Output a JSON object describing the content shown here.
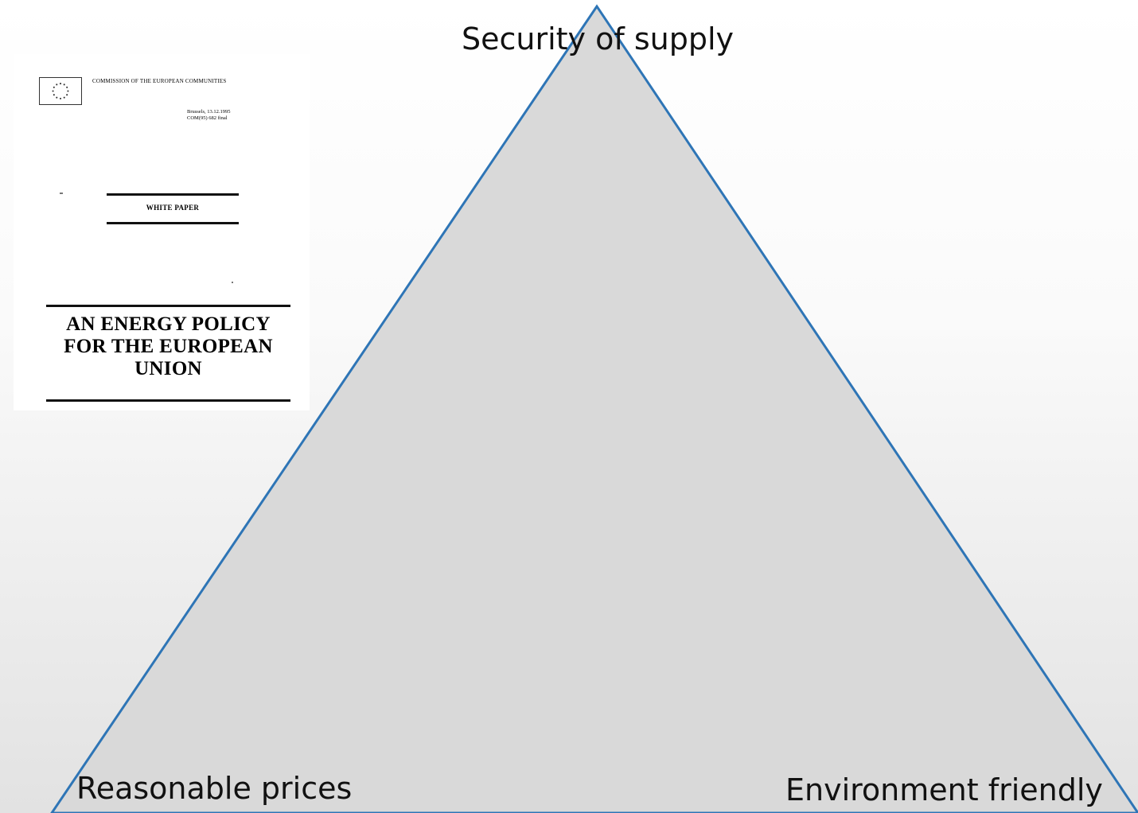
{
  "labels": {
    "top": "Security of supply",
    "bottom_left": "Reasonable prices",
    "bottom_right": "Environment friendly"
  },
  "document": {
    "issuer": "COMMISSION OF THE EUROPEAN COMMUNITIES",
    "place_date": "Brussels, 13.12.1995",
    "reference": "COM(95) 682 final",
    "doc_type": "WHITE PAPER",
    "title_lines": [
      "AN ENERGY POLICY",
      "FOR THE EUROPEAN",
      "UNION"
    ],
    "logo": "eu-flag-icon"
  },
  "colors": {
    "triangle_fill": "#d9d9d9",
    "triangle_stroke": "#2e75b6",
    "background_top": "#ffffff",
    "background_bottom": "#e2e2e2",
    "text": "#111111"
  }
}
